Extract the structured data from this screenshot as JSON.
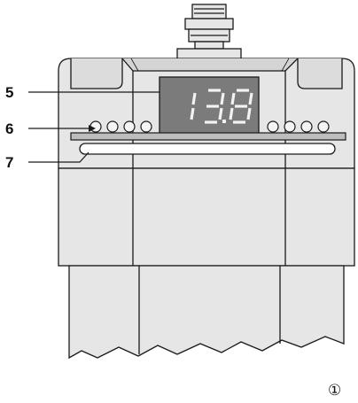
{
  "display": {
    "digits": [
      "1",
      "3",
      "8"
    ],
    "decimal_after_index": 1
  },
  "callouts": [
    {
      "label": "5"
    },
    {
      "label": "6"
    },
    {
      "label": "7"
    }
  ],
  "figure_ref": "①",
  "leds": {
    "left_count": 4,
    "right_count": 4
  },
  "colors": {
    "housing": "#e6e6e6",
    "housing_dark": "#c8c8c8",
    "panel": "#d8d8d8",
    "display_bg": "#7b7b7b",
    "segment": "#f2f2f2",
    "outline": "#1a1a1a"
  }
}
